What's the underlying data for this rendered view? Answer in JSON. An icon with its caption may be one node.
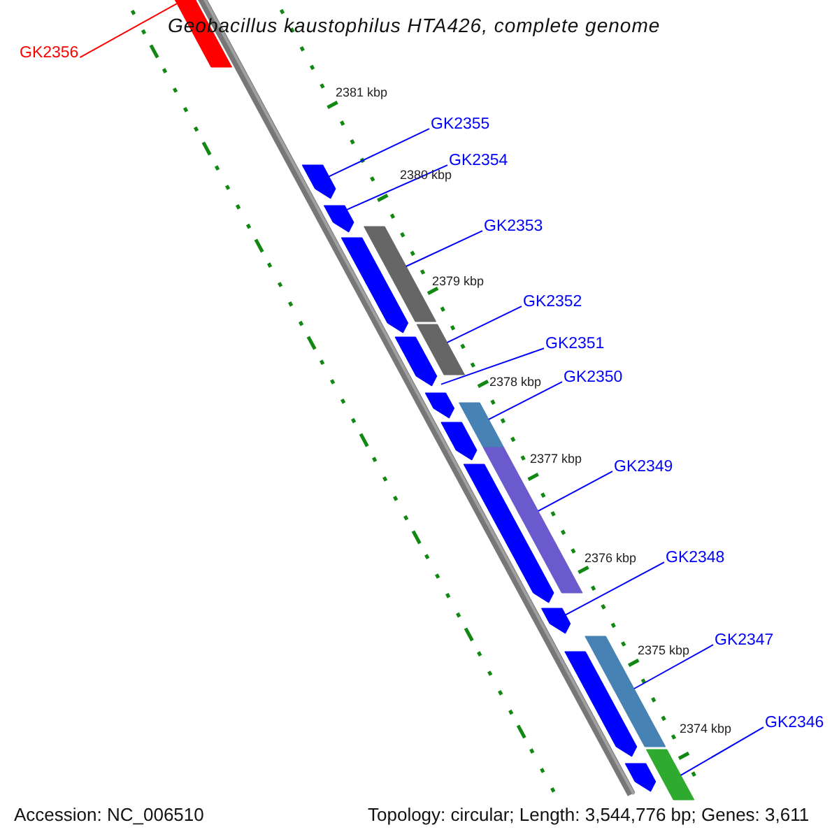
{
  "diagram": {
    "title": "Geobacillus kaustophilus HTA426, complete genome",
    "nodes": [
      {
        "text": [
          "GK2356"
        ]
      },
      {
        "text": [
          "GK2355"
        ]
      },
      {
        "text": [
          "GK2354"
        ]
      },
      {
        "text": [
          "GK2353"
        ]
      },
      {
        "text": [
          "GK2352"
        ]
      },
      {
        "text": [
          "GK2351"
        ]
      },
      {
        "text": [
          "GK2350"
        ]
      },
      {
        "text": [
          "GK2349"
        ]
      },
      {
        "text": [
          "GK2348"
        ]
      },
      {
        "text": [
          "GK2347"
        ]
      },
      {
        "text": [
          "GK2346"
        ]
      },
      {
        "text": [],
        "shape": "box"
      },
      {
        "text": [],
        "shape": "pentagon"
      },
      {
        "text": [],
        "shape": "pentagon"
      },
      {
        "text": [],
        "shape": "box"
      },
      {
        "text": [],
        "shape": "pentagon"
      },
      {
        "text": [],
        "shape": "box"
      },
      {
        "text": [],
        "shape": "pentagon"
      },
      {
        "text": [],
        "shape": "pentagon"
      },
      {
        "text": [],
        "shape": "box"
      },
      {
        "text": [],
        "shape": "pentagon"
      },
      {
        "text": [],
        "shape": "box"
      },
      {
        "text": [],
        "shape": "pentagon"
      },
      {
        "text": [],
        "shape": "pentagon"
      },
      {
        "text": [],
        "shape": "box"
      },
      {
        "text": [],
        "shape": "pentagon"
      },
      {
        "text": [],
        "shape": "box"
      },
      {
        "text": [],
        "shape": "pentagon"
      }
    ],
    "edges": [
      {
        "from": 0,
        "to": 11,
        "arrow": "none",
        "color": "#ff0000"
      },
      {
        "from": 1,
        "to": 12,
        "arrow": "none"
      },
      {
        "from": 2,
        "to": 13,
        "arrow": "none"
      },
      {
        "from": 3,
        "to": 14,
        "arrow": "none"
      },
      {
        "from": 4,
        "to": 16,
        "arrow": "none"
      },
      {
        "from": 5,
        "to": 18,
        "arrow": "none"
      },
      {
        "from": 6,
        "to": 19,
        "arrow": "none"
      },
      {
        "from": 7,
        "to": 21,
        "arrow": "none"
      },
      {
        "from": 8,
        "to": 23,
        "arrow": "none"
      },
      {
        "from": 9,
        "to": 24,
        "arrow": "none"
      },
      {
        "from": 10,
        "to": 26,
        "arrow": "none"
      }
    ],
    "labels": [
      "2381 kbp",
      "2380 kbp",
      "2379 kbp",
      "2378 kbp",
      "2377 kbp",
      "2376 kbp",
      "2375 kbp",
      "2374 kbp",
      "Accession: NC_006510",
      "Topology: circular; Length: 3,544,776 bp; Genes: 3,611"
    ]
  }
}
